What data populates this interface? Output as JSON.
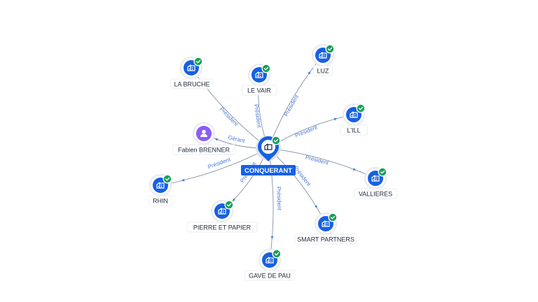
{
  "center": {
    "label": "CONQUERANT",
    "icon": "building-icon",
    "verified": true
  },
  "nodes": [
    {
      "id": "la-bruche",
      "label": "LA BRUCHE",
      "type": "company",
      "icon": "building-icon",
      "verified": true,
      "relation": "Président"
    },
    {
      "id": "le-vair",
      "label": "LE VAIR",
      "type": "company",
      "icon": "building-icon",
      "verified": true,
      "relation": "Président"
    },
    {
      "id": "luz",
      "label": "LUZ",
      "type": "company",
      "icon": "building-icon",
      "verified": true,
      "relation": "Président"
    },
    {
      "id": "lill",
      "label": "L'ILL",
      "type": "company",
      "icon": "building-icon",
      "verified": true,
      "relation": "Président"
    },
    {
      "id": "fabien-brenner",
      "label": "Fabien BRENNER",
      "type": "person",
      "icon": "user-icon",
      "verified": false,
      "relation": "Gérant"
    },
    {
      "id": "rhin",
      "label": "RHIN",
      "type": "company",
      "icon": "building-icon",
      "verified": true,
      "relation": "Président"
    },
    {
      "id": "vallieres",
      "label": "VALLIERES",
      "type": "company",
      "icon": "building-icon",
      "verified": true,
      "relation": "Président"
    },
    {
      "id": "pierre-et-papier",
      "label": "PIERRE ET PAPIER",
      "type": "company",
      "icon": "building-icon",
      "verified": true,
      "relation": "Président"
    },
    {
      "id": "smart-partners",
      "label": "SMART PARTNERS",
      "type": "company",
      "icon": "building-icon",
      "verified": true,
      "relation": "Président"
    },
    {
      "id": "gave-de-pau",
      "label": "GAVE DE PAU",
      "type": "company",
      "icon": "building-icon",
      "verified": true,
      "relation": "Président"
    }
  ],
  "colors": {
    "company": "#1660e3",
    "person": "#8b5cf6",
    "verified": "#18a058",
    "edge": "#8f9bb0",
    "edge_label": "#4a7bd6"
  }
}
